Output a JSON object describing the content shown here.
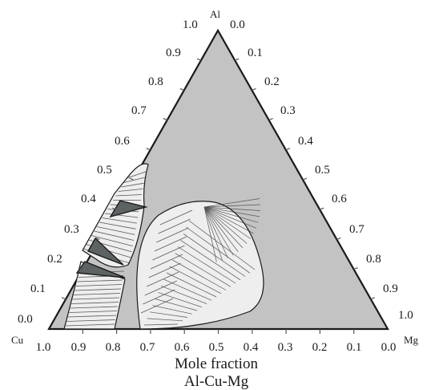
{
  "diagram": {
    "type": "ternary-phase-diagram",
    "vertices": {
      "top": "Al",
      "left": "Cu",
      "right": "Mg"
    },
    "axis_caption": "Mole fraction",
    "system_caption": "Al-Cu-Mg",
    "left_edge_ticks": [
      "0.0",
      "0.1",
      "0.2",
      "0.3",
      "0.4",
      "0.5",
      "0.6",
      "0.7",
      "0.8",
      "0.9",
      "1.0"
    ],
    "right_edge_ticks": [
      "0.0",
      "0.1",
      "0.2",
      "0.3",
      "0.4",
      "0.5",
      "0.6",
      "0.7",
      "0.8",
      "0.9",
      "1.0"
    ],
    "bottom_edge_ticks": [
      "1.0",
      "0.9",
      "0.8",
      "0.7",
      "0.6",
      "0.5",
      "0.4",
      "0.3",
      "0.2",
      "0.1",
      "0.0"
    ],
    "colors": {
      "single_phase_fill": "#c3c3c3",
      "two_phase_fill": "#eeeeee",
      "three_phase_fill": "#5d6263",
      "outline": "#1a1a1a",
      "tie_line": "#555555"
    }
  }
}
